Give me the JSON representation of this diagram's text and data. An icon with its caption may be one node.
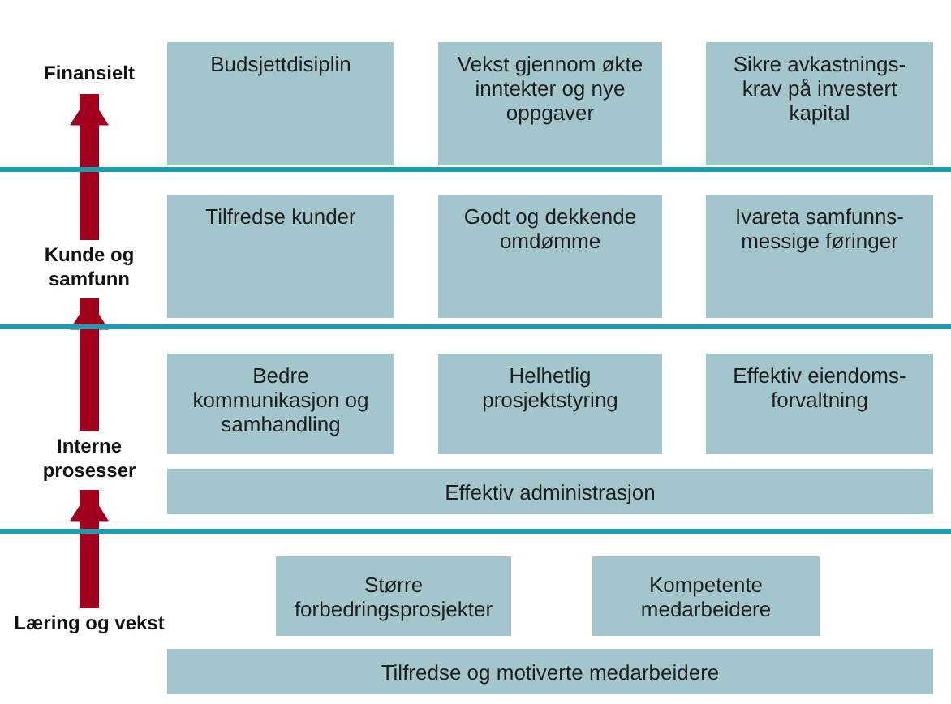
{
  "diagram": {
    "nodes": [
      {
        "text": [
          "Finansielt"
        ]
      },
      {
        "text": [
          "Budsjettdisiplin"
        ]
      },
      {
        "text": [
          "Vekst gjennom økte inntekter og nye oppgaver"
        ]
      },
      {
        "text": [
          "Sikre avkastnings- krav på investert kapital"
        ]
      },
      {
        "text": [
          "Kunde og samfunn"
        ]
      },
      {
        "text": [
          "Tilfredse kunder"
        ]
      },
      {
        "text": [
          "Godt og dekkende omdømme"
        ]
      },
      {
        "text": [
          "Ivareta samfunns- messige føringer"
        ]
      },
      {
        "text": [
          "Bedre kommunikasjon og samhandling"
        ]
      },
      {
        "text": [
          "Helhetlig prosjektstyring"
        ]
      },
      {
        "text": [
          "Effektiv eiendoms- forvaltning"
        ]
      },
      {
        "text": [
          "Effektiv administrasjon"
        ]
      },
      {
        "text": [
          "Interne prosesser"
        ]
      },
      {
        "text": [
          "Større forbedringsprosjekter"
        ]
      },
      {
        "text": [
          "Kompetente medarbeidere"
        ]
      },
      {
        "text": [
          "Tilfredse og motiverte medarbeidere"
        ]
      },
      {
        "text": [
          "Læring og vekst"
        ]
      }
    ],
    "edges": [
      {
        "from": 16,
        "to": 12,
        "arrow": "to"
      },
      {
        "from": 12,
        "to": 4,
        "arrow": "to"
      },
      {
        "from": 4,
        "to": 0,
        "arrow": "to"
      }
    ]
  }
}
